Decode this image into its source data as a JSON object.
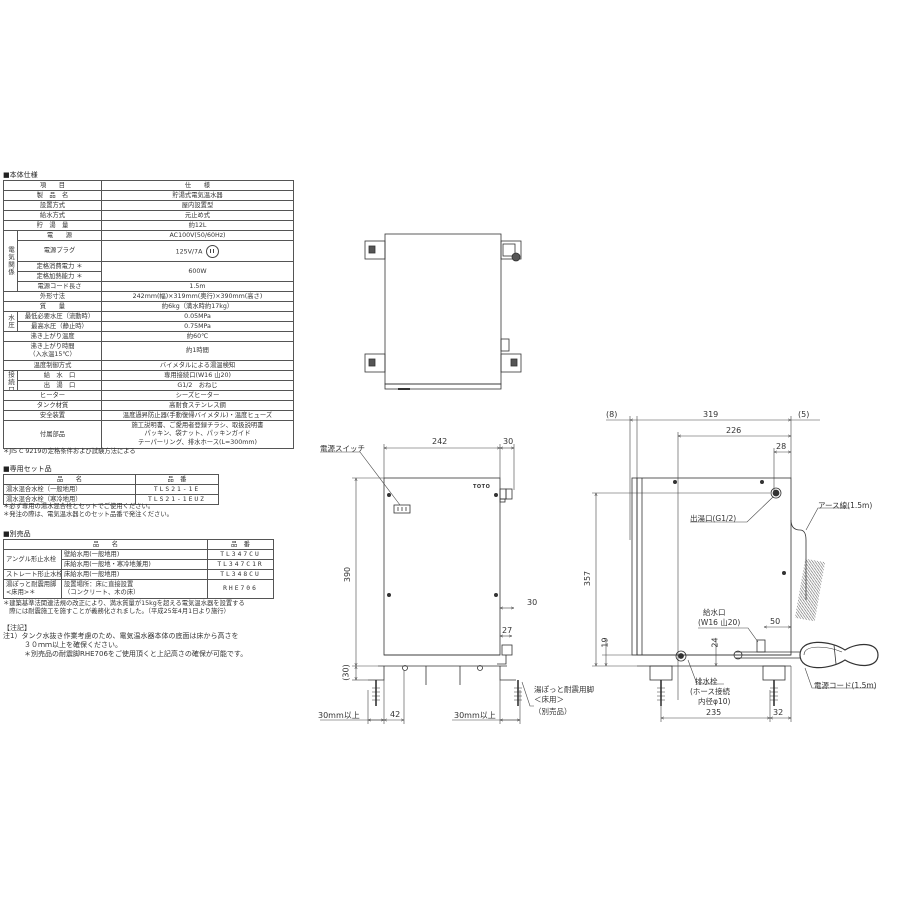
{
  "spec_section": {
    "title": "■本体仕様",
    "header": {
      "item": "項　　目",
      "spec": "仕　　様"
    },
    "rows": [
      {
        "item": "製　品　名",
        "spec": "貯湯式電気温水器"
      },
      {
        "item": "設置方式",
        "spec": "屋内設置型"
      },
      {
        "item": "給水方式",
        "spec": "元止め式"
      },
      {
        "item": "貯　湯　量",
        "spec": "約12L"
      },
      {
        "group": "電気関係",
        "item": "電　　源",
        "spec": "AC100V(50/60Hz)"
      },
      {
        "group": "電気関係",
        "item": "電源プラグ",
        "spec": "125V/7A"
      },
      {
        "group": "電気関係",
        "item": "定格消費電力 ＊",
        "spec": "600W"
      },
      {
        "group": "電気関係",
        "item": "定格加熱能力 ＊",
        "spec": "600W"
      },
      {
        "group": "電気関係",
        "item": "電源コード長さ",
        "spec": "1.5m"
      },
      {
        "item": "外形寸法",
        "spec": "242mm(幅)×319mm(奥行)×390mm(高さ)"
      },
      {
        "item": "質　　量",
        "spec": "約6kg（満水時約17kg）"
      },
      {
        "group": "水圧",
        "item": "最低必要水圧（流動時）",
        "spec": "0.05MPa"
      },
      {
        "group": "水圧",
        "item": "最高水圧（静止時）",
        "spec": "0.75MPa"
      },
      {
        "item": "沸き上がり温度",
        "spec": "約60℃"
      },
      {
        "item": "沸き上がり時間（入水温15℃）",
        "item_line1": "沸き上がり時間",
        "item_line2": "（入水温15℃）",
        "spec": "約1時間"
      },
      {
        "item": "温度制御方式",
        "spec": "バイメタルによる湯温検知"
      },
      {
        "group": "接続口",
        "item": "給　水　口",
        "spec": "専用接続口(W16 山20)"
      },
      {
        "group": "接続口",
        "item": "出　湯　口",
        "spec": "G1/2　おねじ"
      },
      {
        "item": "ヒーター",
        "spec": "シーズヒーター"
      },
      {
        "item": "タンク材質",
        "spec": "高耐食ステンレス鋼"
      },
      {
        "item": "安全装置",
        "spec": "温度過昇防止器(手動復帰バイメタル)・温度ヒューズ"
      },
      {
        "item": "付属部品",
        "spec_lines": [
          "施工説明書、ご愛用者登録チラシ、取扱説明書",
          "パッキン、袋ナット、パッキンガイド",
          "テーパーリング、排水ホース(L=300mm)"
        ]
      }
    ],
    "groups": {
      "electric": "電気関係",
      "pressure": "水圧",
      "connection": "接続口"
    },
    "footnote": "＊JIS C 9219の定格条件および試験方法による"
  },
  "set_section": {
    "title": "■専用セット品",
    "header": {
      "name": "品　　名",
      "code": "品　番"
    },
    "rows": [
      {
        "name": "湯水混合水栓（一般地用）",
        "code": "TLS21-1E"
      },
      {
        "name": "湯水混合水栓（寒冷地用）",
        "code": "TLS21-1EUZ"
      }
    ],
    "notes": [
      "＊必ず専用の湯水混合栓とセットでご使用ください。",
      "＊発注の際は、電気温水器とのセット品番で発注ください。"
    ]
  },
  "option_section": {
    "title": "■別売品",
    "header": {
      "name": "品　　名",
      "code": "品　番"
    },
    "rows": [
      {
        "category": "アングル形止水栓",
        "name": "壁給水用(一般地用)",
        "code": "TL347CU"
      },
      {
        "category": "アングル形止水栓",
        "name": "床給水用(一般地・寒冷地兼用)",
        "code": "TL347C1R"
      },
      {
        "category": "ストレート形止水栓",
        "name": "床給水用(一般地用)",
        "code": "TL348CU"
      },
      {
        "category": "湯ぽっと耐震用脚<床用>＊",
        "category_line1": "湯ぽっと耐震用脚",
        "category_line2": "<床用>＊",
        "name_line1": "設置場所：床に直接設置",
        "name_line2": "（コンクリート、木の床）",
        "code": "RHE706"
      }
    ],
    "notes": [
      "＊建築基準法関連法規の改正により、満水質量が15kgを超える電気温水器を設置する",
      "　際には耐震施工を施すことが義務化されました。（平成25年4月1日より施行）"
    ]
  },
  "remarks": {
    "title": "【注記】",
    "lines": [
      "注1）タンク水抜き作業考慮のため、電気温水器本体の底面は床から高さを",
      "　　　３０ｍｍ以上を確保ください。",
      "　　　＊別売品の耐震脚RHE706をご使用頂くと上記高さの確保が可能です。"
    ]
  },
  "front_view": {
    "power_switch_label": "電源スイッチ",
    "brand_mark": "TOTO",
    "dims": {
      "width": "242",
      "right_top": "30",
      "height": "390",
      "right_mid": "30",
      "right_27": "27",
      "floor": "(30)",
      "left_clear": "30mm以上",
      "left_42": "42",
      "right_clear": "30mm以上"
    },
    "leg_label_lines": [
      "湯ぽっと耐震用脚",
      "＜床用＞",
      "（別売品）"
    ]
  },
  "side_view": {
    "dims": {
      "left_8": "(8)",
      "depth": "319",
      "right_5": "(5)",
      "d226": "226",
      "d28": "28",
      "h357": "357",
      "h19": "19",
      "h24": "24",
      "w50": "50",
      "w235": "235",
      "w32": "32"
    },
    "labels": {
      "outlet": "出湯口(G1/2)",
      "earth": "アース線(1.5m)",
      "inlet_line1": "給水口",
      "inlet_line2": "(W16 山20)",
      "drain_line1": "排水栓",
      "drain_line2": "(ホース接続",
      "drain_line3": "内径φ10)",
      "cord": "電源コード(1.5m)"
    }
  }
}
